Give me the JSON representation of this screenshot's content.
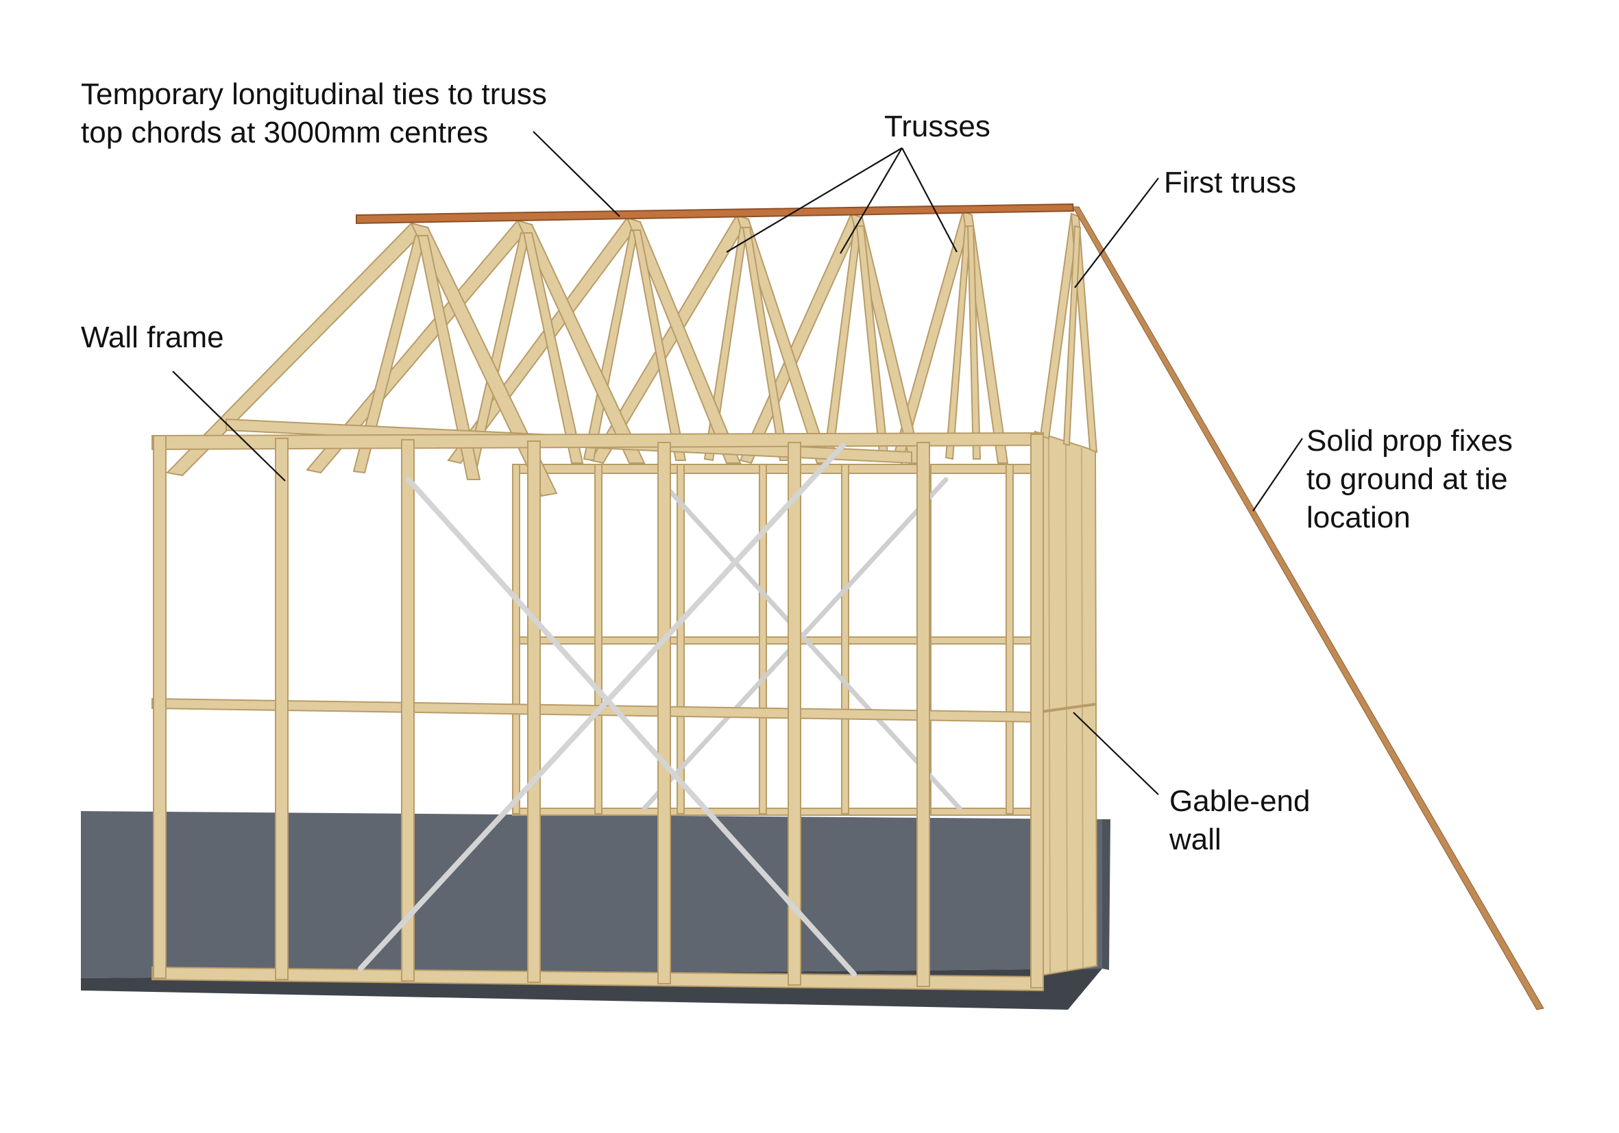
{
  "labels": {
    "ties": {
      "line1": "Temporary longitudinal ties to truss",
      "line2": "top chords at 3000mm centres"
    },
    "trusses": "Trusses",
    "first_truss": "First truss",
    "wall_frame": "Wall frame",
    "solid_prop": {
      "line1": "Solid prop fixes",
      "line2": "to ground at tie",
      "line3": "location"
    },
    "gable_end": {
      "line1": "Gable-end",
      "line2": "wall"
    }
  },
  "colors": {
    "timber": "#e1cc9e",
    "timber_edge": "#b89c68",
    "tie": "#c0733d",
    "brace": "#cfcfcf",
    "slab": "#5f6670",
    "slab_edge": "#3f444b",
    "leader": "#111111"
  }
}
